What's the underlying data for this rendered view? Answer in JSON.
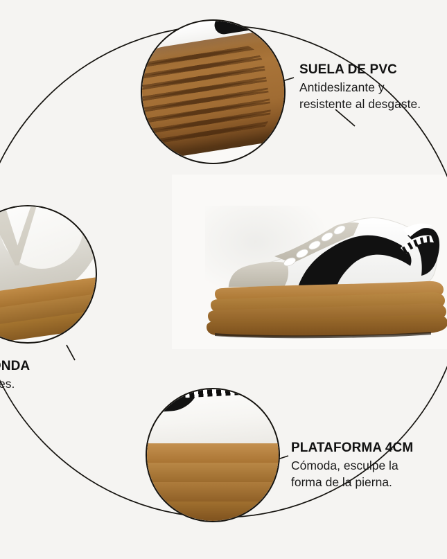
{
  "page": {
    "background_color": "#f5f4f2",
    "text_color": "#111111",
    "accent_line_color": "#15130f",
    "gum_sole_color": "#a8732f",
    "language": "es"
  },
  "product": {
    "name": "plataforma-sneaker",
    "upper_color": "#ffffff",
    "suede_panel_color": "#cbc7bc",
    "stripe_color": "#111111",
    "sole_color": "#a8732f"
  },
  "features": [
    {
      "id": "suela-de-pvc",
      "title": "SUELA DE PVC",
      "description_line1": "Antideslizante y",
      "description_line2": "resistente al desgaste.",
      "callout_image": "outsole-tread-detail"
    },
    {
      "id": "punta-redonda",
      "title": "A REDONDA",
      "description_line1": "eta los pies.",
      "description_line2": "",
      "callout_image": "round-toe-detail"
    },
    {
      "id": "plataforma-4cm",
      "title": "PLATAFORMA 4CM",
      "description_line1": "Cómoda, esculpe la",
      "description_line2": "forma de la pierna.",
      "callout_image": "platform-stack-detail"
    }
  ]
}
